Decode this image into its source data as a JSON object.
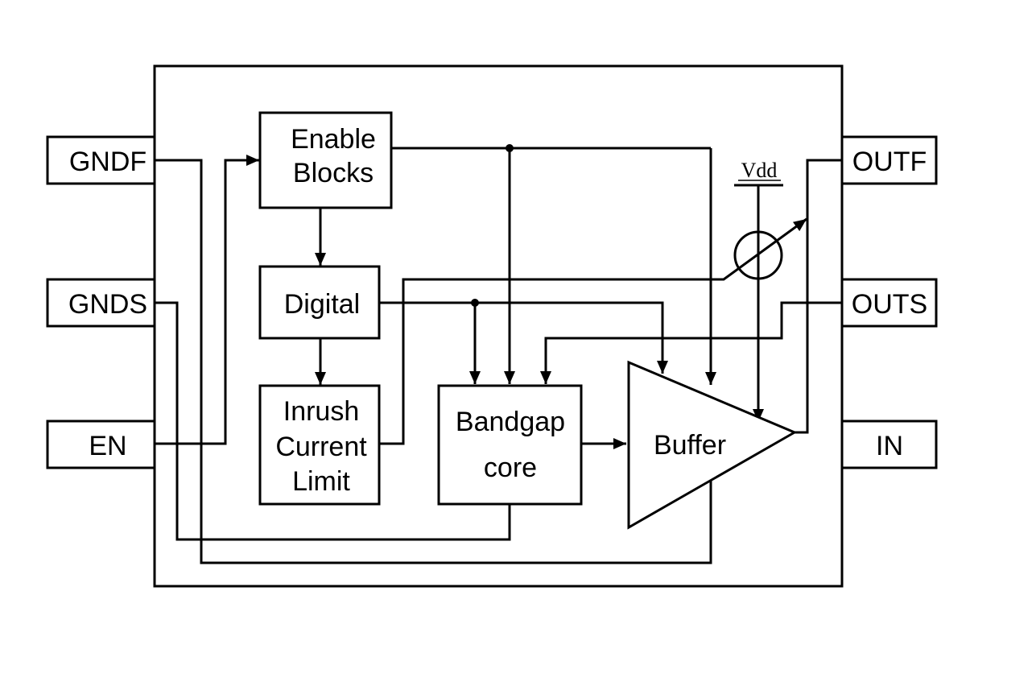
{
  "pins": {
    "gndf": "GNDF",
    "gnds": "GNDS",
    "en": "EN",
    "outf": "OUTF",
    "outs": "OUTS",
    "in": "IN"
  },
  "blocks": {
    "enable": [
      "Enable",
      "Blocks"
    ],
    "digital": "Digital",
    "inrush": [
      "Inrush",
      "Current",
      "Limit"
    ],
    "bandgap": [
      "Bandgap",
      "core"
    ],
    "buffer": "Buffer"
  },
  "supply_label": "Vdd"
}
